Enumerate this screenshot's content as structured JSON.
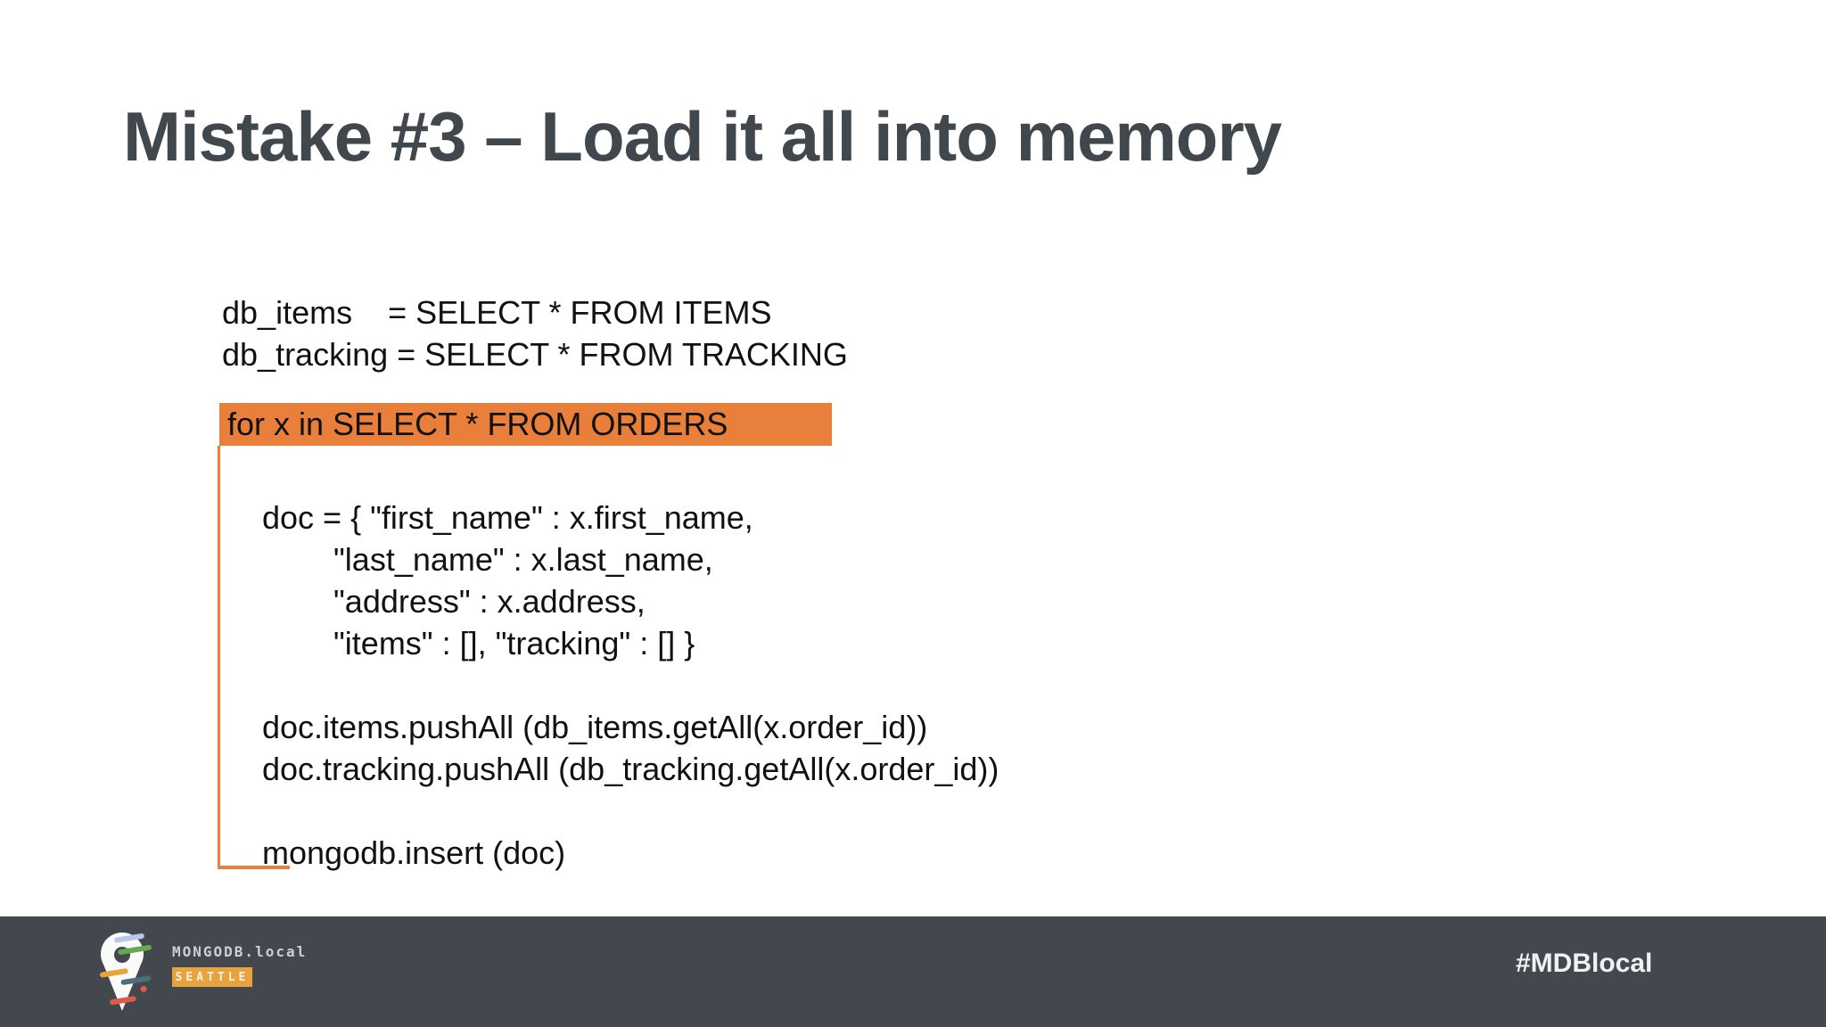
{
  "slide": {
    "title": "Mistake #3 – Load it all into memory",
    "code": {
      "prelude_lines": [
        "db_items    = SELECT * FROM ITEMS",
        "db_tracking = SELECT * FROM TRACKING"
      ],
      "loop_header": "for x in SELECT * FROM ORDERS",
      "body_lines": [
        "doc = { \"first_name\" : x.first_name,",
        "        \"last_name\" : x.last_name,",
        "        \"address\" : x.address,",
        "        \"items\" : [], \"tracking\" : [] }",
        "",
        "doc.items.pushAll (db_items.getAll(x.order_id))",
        "doc.tracking.pushAll (db_tracking.getAll(x.order_id))",
        "",
        "mongodb.insert (doc)"
      ]
    }
  },
  "footer": {
    "logo": {
      "icon": "mongodb-local-pin-icon",
      "brand": "MONGODB.local",
      "badge": "SEATTLE"
    },
    "hashtag": "#MDBlocal"
  },
  "colors": {
    "accent_orange": "#E8803C",
    "badge_amber": "#E9A33C",
    "footer_bg": "#42484E",
    "title_color": "#40474D",
    "code_color": "#111111"
  }
}
